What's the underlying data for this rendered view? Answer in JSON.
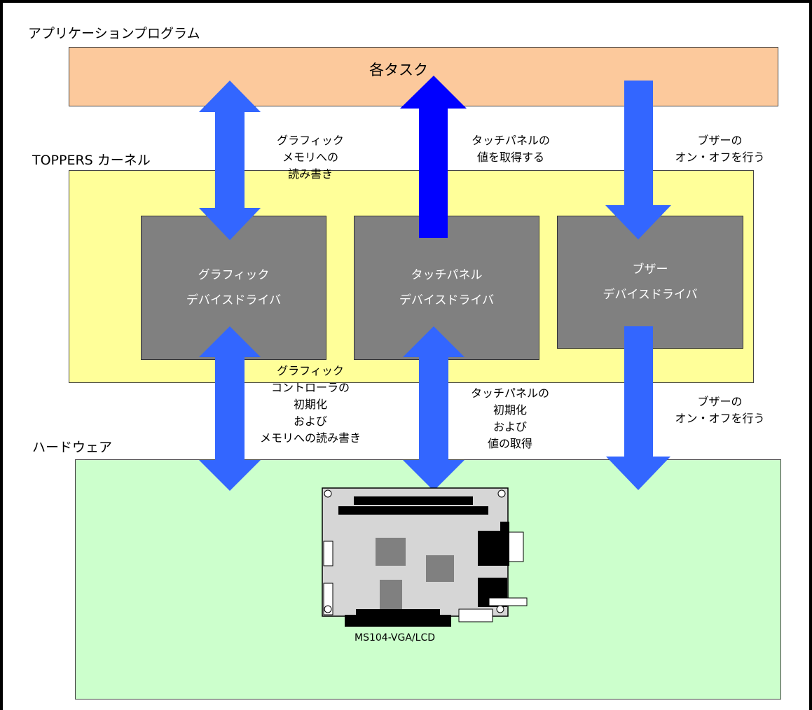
{
  "layers": {
    "application_label": "アプリケーションプログラム",
    "tasks_label": "各タスク",
    "kernel_label": "TOPPERS カーネル",
    "hardware_label": "ハードウェア"
  },
  "drivers": {
    "graphic": [
      "グラフィック",
      "デバイスドライバ"
    ],
    "touch": [
      "タッチパネル",
      "デバイスドライバ"
    ],
    "buzzer": [
      "ブザー",
      "デバイスドライバ"
    ]
  },
  "annotations": {
    "graphic_upper": [
      "グラフィック",
      "メモリへの",
      "読み書き"
    ],
    "touch_upper": [
      "タッチパネルの",
      "値を取得する"
    ],
    "buzzer_upper": [
      "ブザーの",
      "オン・オフを行う"
    ],
    "graphic_lower": [
      "グラフィック",
      "コントローラの",
      "初期化",
      "および",
      "メモリへの読み書き"
    ],
    "touch_lower": [
      "タッチパネルの",
      "初期化",
      "および",
      "値の取得"
    ],
    "buzzer_lower": [
      "ブザーの",
      "オン・オフを行う"
    ]
  },
  "board": {
    "label": "MS104-VGA/LCD"
  },
  "colors": {
    "arrow": "#3366ff",
    "arrow_dark": "#0000ff",
    "application": "#fcc99c",
    "kernel": "#ffff99",
    "hardware": "#ccffcc",
    "driver": "#808080"
  }
}
